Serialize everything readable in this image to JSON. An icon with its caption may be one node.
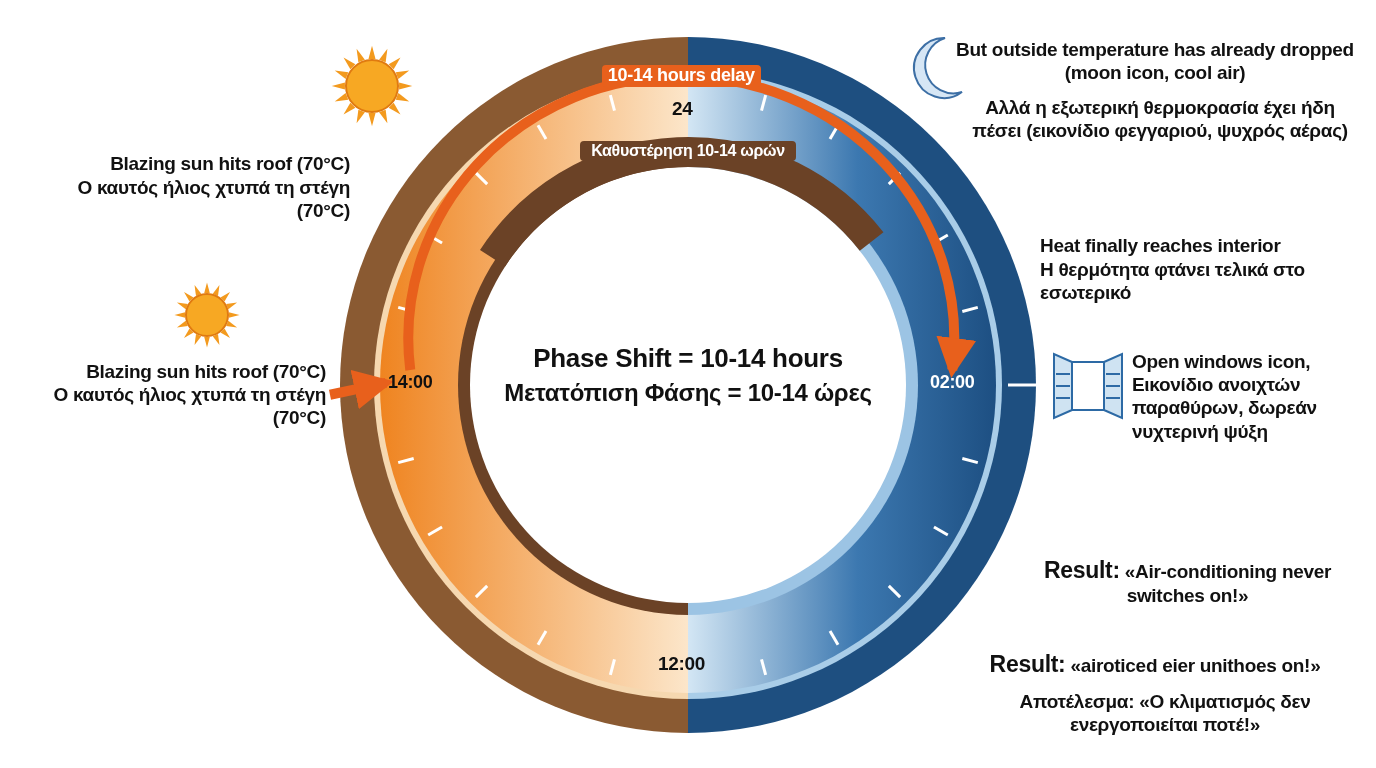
{
  "diagram": {
    "nodes": [
      {
        "text": [
          "Blazing sun hits roof (70°C)",
          "Ο καυτός ήλιος χτυπά τη στέγη (70°C)"
        ]
      },
      {
        "text": [
          "14:00"
        ]
      },
      {
        "text": [
          "02:00"
        ]
      }
    ],
    "edges": [
      {
        "from": 0,
        "to": 1,
        "arrow": "to"
      },
      {
        "from": 1,
        "to": 2,
        "arrow": "to",
        "label": "10-14 hours delay"
      }
    ],
    "labels": [
      "Blazing sun hits roof (70°C)",
      "Ο καυτός ήλιος χτυπά τη στέγη (70°C)",
      "24",
      "Καθυστέρηση 10-14 ωρών",
      "But outside temperature has already dropped (moon icon, cool air)",
      "Αλλά η εξωτερική θερμοκρασία έχει ήδη πέσει (εικονίδιο φεγγαριού, ψυχρός αέρας)",
      "Heat finally reaches interior",
      "Η θερμότητα φτάνει τελικά στο εσωτερικό",
      "Phase Shift = 10-14 hours",
      "Μετατόπιση Φάσης = 10-14 ώρες",
      "Open windows icon, Εικονίδιο ανοιχτών παραθύρων, δωρεάν νυχτερινή ψύξη",
      "**Result:** «Air-conditioning never switches on!»",
      "**Result:** «airoticed eier unithoes on!»",
      "Αποτέλεσμα: «Ο κλιματισμός δεν ενεργοποιείται ποτέ!»",
      "12:00"
    ]
  }
}
